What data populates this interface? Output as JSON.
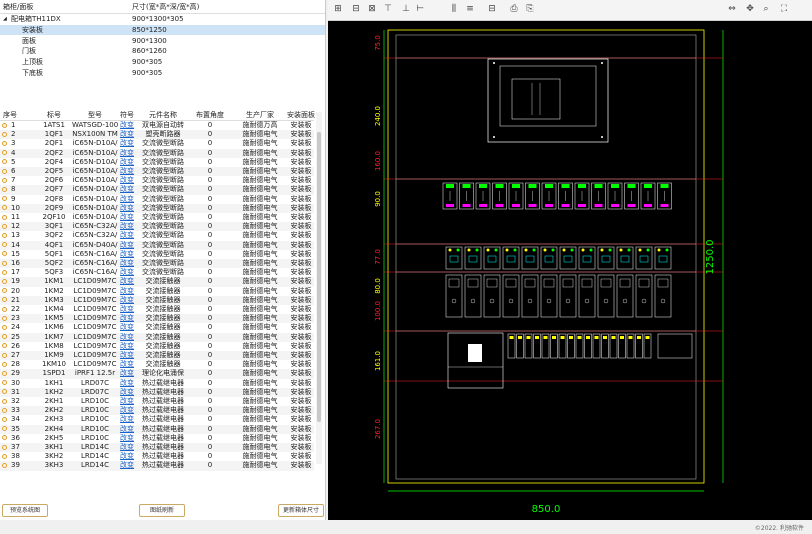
{
  "tree": {
    "col_cabinet": "箱柜/面板",
    "col_size": "尺寸(宽*高*深/宽*高)",
    "rows": [
      {
        "name": "配电箱TH11DX",
        "size": "900*1300*305",
        "indent": 0,
        "toggle": "◢",
        "selected": false
      },
      {
        "name": "安装板",
        "size": "850*1250",
        "indent": 1,
        "toggle": "",
        "selected": true
      },
      {
        "name": "面板",
        "size": "900*1300",
        "indent": 1,
        "toggle": "",
        "selected": false
      },
      {
        "name": "门板",
        "size": "860*1260",
        "indent": 1,
        "toggle": "",
        "selected": false
      },
      {
        "name": "上顶板",
        "size": "900*305",
        "indent": 1,
        "toggle": "",
        "selected": false
      },
      {
        "name": "下底板",
        "size": "900*305",
        "indent": 1,
        "toggle": "",
        "selected": false
      }
    ]
  },
  "grid": {
    "columns": [
      "序号",
      "标号",
      "型号",
      "符号",
      "元件名称",
      "布置角度",
      "生产厂家",
      "安装面板"
    ],
    "rows": [
      [
        "1",
        "1ATS1",
        "WATSGD-100",
        "改变",
        "双电源自动转",
        "0",
        "施耐德万高",
        "安装板"
      ],
      [
        "2",
        "1QF1",
        "NSX100N TM",
        "改变",
        "塑壳断路器",
        "0",
        "施耐德电气",
        "安装板"
      ],
      [
        "3",
        "2QF1",
        "iC65N-D10A/",
        "改变",
        "交流微型断路",
        "0",
        "施耐德电气",
        "安装板"
      ],
      [
        "4",
        "2QF2",
        "iC65N-D10A/",
        "改变",
        "交流微型断路",
        "0",
        "施耐德电气",
        "安装板"
      ],
      [
        "5",
        "2QF4",
        "iC65N-D10A/",
        "改变",
        "交流微型断路",
        "0",
        "施耐德电气",
        "安装板"
      ],
      [
        "6",
        "2QF5",
        "iC65N-D10A/",
        "改变",
        "交流微型断路",
        "0",
        "施耐德电气",
        "安装板"
      ],
      [
        "7",
        "2QF6",
        "iC65N-D10A/",
        "改变",
        "交流微型断路",
        "0",
        "施耐德电气",
        "安装板"
      ],
      [
        "8",
        "2QF7",
        "iC65N-D10A/",
        "改变",
        "交流微型断路",
        "0",
        "施耐德电气",
        "安装板"
      ],
      [
        "9",
        "2QF8",
        "iC65N-D10A/",
        "改变",
        "交流微型断路",
        "0",
        "施耐德电气",
        "安装板"
      ],
      [
        "10",
        "2QF9",
        "iC65N-D10A/",
        "改变",
        "交流微型断路",
        "0",
        "施耐德电气",
        "安装板"
      ],
      [
        "11",
        "2QF10",
        "iC65N-D10A/",
        "改变",
        "交流微型断路",
        "0",
        "施耐德电气",
        "安装板"
      ],
      [
        "12",
        "3QF1",
        "iC65N-C32A/",
        "改变",
        "交流微型断路",
        "0",
        "施耐德电气",
        "安装板"
      ],
      [
        "13",
        "3QF2",
        "iC65N-C32A/",
        "改变",
        "交流微型断路",
        "0",
        "施耐德电气",
        "安装板"
      ],
      [
        "14",
        "4QF1",
        "iC65N-D40A/",
        "改变",
        "交流微型断路",
        "0",
        "施耐德电气",
        "安装板"
      ],
      [
        "15",
        "5QF1",
        "iC65N-C16A/",
        "改变",
        "交流微型断路",
        "0",
        "施耐德电气",
        "安装板"
      ],
      [
        "16",
        "5QF2",
        "iC65N-C16A/",
        "改变",
        "交流微型断路",
        "0",
        "施耐德电气",
        "安装板"
      ],
      [
        "17",
        "5QF3",
        "iC65N-C16A/",
        "改变",
        "交流微型断路",
        "0",
        "施耐德电气",
        "安装板"
      ],
      [
        "19",
        "1KM1",
        "LC1D09M7C",
        "改变",
        "交流接触器",
        "0",
        "施耐德电气",
        "安装板"
      ],
      [
        "20",
        "1KM2",
        "LC1D09M7C",
        "改变",
        "交流接触器",
        "0",
        "施耐德电气",
        "安装板"
      ],
      [
        "21",
        "1KM3",
        "LC1D09M7C",
        "改变",
        "交流接触器",
        "0",
        "施耐德电气",
        "安装板"
      ],
      [
        "22",
        "1KM4",
        "LC1D09M7C",
        "改变",
        "交流接触器",
        "0",
        "施耐德电气",
        "安装板"
      ],
      [
        "23",
        "1KM5",
        "LC1D09M7C",
        "改变",
        "交流接触器",
        "0",
        "施耐德电气",
        "安装板"
      ],
      [
        "24",
        "1KM6",
        "LC1D09M7C",
        "改变",
        "交流接触器",
        "0",
        "施耐德电气",
        "安装板"
      ],
      [
        "25",
        "1KM7",
        "LC1D09M7C",
        "改变",
        "交流接触器",
        "0",
        "施耐德电气",
        "安装板"
      ],
      [
        "26",
        "1KM8",
        "LC1D09M7C",
        "改变",
        "交流接触器",
        "0",
        "施耐德电气",
        "安装板"
      ],
      [
        "27",
        "1KM9",
        "LC1D09M7C",
        "改变",
        "交流接触器",
        "0",
        "施耐德电气",
        "安装板"
      ],
      [
        "28",
        "1KM10",
        "LC1D09M7C",
        "改变",
        "交流接触器",
        "0",
        "施耐德电气",
        "安装板"
      ],
      [
        "29",
        "1SPD1",
        "iPRF1 12.5r",
        "改变",
        "理论化电涌保",
        "0",
        "施耐德电气",
        "安装板"
      ],
      [
        "30",
        "1KH1",
        "LRD07C",
        "改变",
        "热过载继电器",
        "0",
        "施耐德电气",
        "安装板"
      ],
      [
        "31",
        "1KH2",
        "LRD07C",
        "改变",
        "热过载继电器",
        "0",
        "施耐德电气",
        "安装板"
      ],
      [
        "32",
        "2KH1",
        "LRD10C",
        "改变",
        "热过载继电器",
        "0",
        "施耐德电气",
        "安装板"
      ],
      [
        "33",
        "2KH2",
        "LRD10C",
        "改变",
        "热过载继电器",
        "0",
        "施耐德电气",
        "安装板"
      ],
      [
        "34",
        "2KH3",
        "LRD10C",
        "改变",
        "热过载继电器",
        "0",
        "施耐德电气",
        "安装板"
      ],
      [
        "35",
        "2KH4",
        "LRD10C",
        "改变",
        "热过载继电器",
        "0",
        "施耐德电气",
        "安装板"
      ],
      [
        "36",
        "2KH5",
        "LRD10C",
        "改变",
        "热过载继电器",
        "0",
        "施耐德电气",
        "安装板"
      ],
      [
        "37",
        "3KH1",
        "LRD14C",
        "改变",
        "热过载继电器",
        "0",
        "施耐德电气",
        "安装板"
      ],
      [
        "38",
        "3KH2",
        "LRD14C",
        "改变",
        "热过载继电器",
        "0",
        "施耐德电气",
        "安装板"
      ],
      [
        "39",
        "3KH3",
        "LRD14C",
        "改变",
        "热过载继电器",
        "0",
        "施耐德电气",
        "安装板"
      ]
    ]
  },
  "buttons": {
    "preview": "预览系统图",
    "refresh": "图纸刷新",
    "update_size": "更新箱体尺寸"
  },
  "toolbar": {
    "icons": [
      "align-left-icon",
      "align-center-icon",
      "align-right-icon",
      "align-top-icon",
      "align-middle-icon",
      "align-bottom-icon",
      "distribute-h-icon",
      "distribute-v-icon",
      "equal-height-icon",
      "print-icon",
      "export-icon",
      "fit-width-icon",
      "pan-icon",
      "zoom-icon",
      "fullscreen-icon"
    ]
  },
  "drawing": {
    "dims_left": [
      "75.0",
      "240.0",
      "160.0",
      "90.0",
      "77.0",
      "80.0",
      "100.0",
      "161.0",
      "267.0"
    ],
    "dim_height": "1250.0",
    "dim_width": "850.0",
    "colors": {
      "bg": "#000000",
      "red": "#ff2020",
      "yellow": "#ffff00",
      "green": "#00ff00",
      "cyan": "#00ffff",
      "white": "#ffffff",
      "magenta": "#ff00ff"
    }
  },
  "footer": {
    "copyright": "©2022. 利驰软件"
  }
}
